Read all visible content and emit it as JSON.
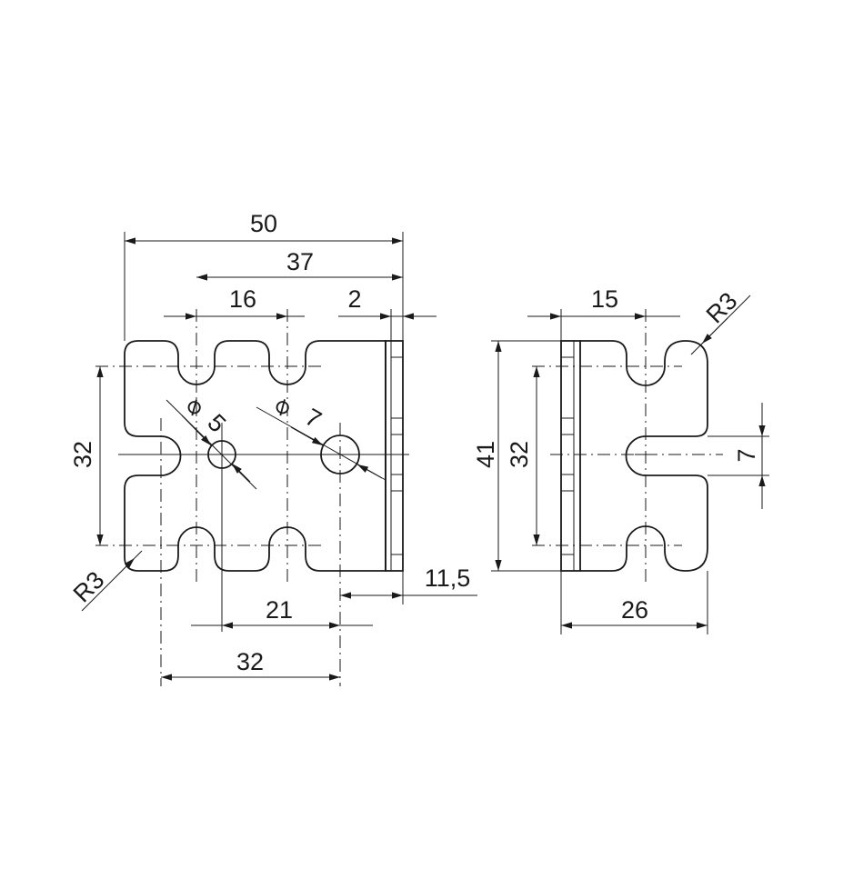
{
  "drawing": {
    "left_view": {
      "dim_overall_width": "50",
      "dim_37": "37",
      "dim_16": "16",
      "dim_2": "2",
      "dim_height_32": "32",
      "dim_radius": "R3",
      "dim_11_5": "11,5",
      "dim_21": "21",
      "dim_bottom_32": "32",
      "hole_small_symbol": "⌀",
      "hole_small_value": "5",
      "hole_large_symbol": "⌀",
      "hole_large_value": "7"
    },
    "right_view": {
      "dim_15": "15",
      "dim_radius": "R3",
      "dim_height_41": "41",
      "dim_height_32": "32",
      "dim_slot_7": "7",
      "dim_width_26": "26"
    }
  }
}
